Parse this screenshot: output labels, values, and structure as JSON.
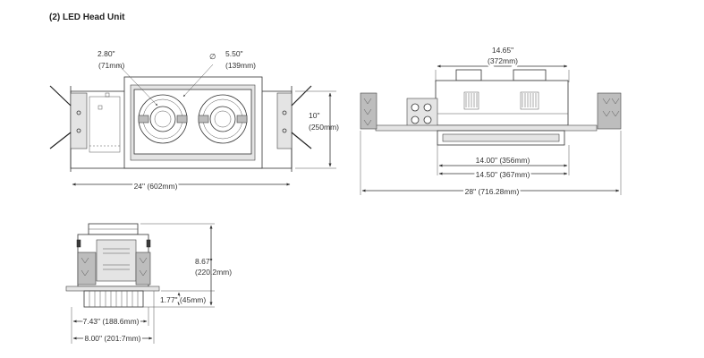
{
  "title": "(2) LED Head Unit",
  "top_view": {
    "dim_aperture_in": "2.80\"",
    "dim_aperture_mm": "(71mm)",
    "dim_diameter_symbol": "∅",
    "dim_diameter_in": "5.50\"",
    "dim_diameter_mm": "(139mm)",
    "dim_height_in": "10\"",
    "dim_height_mm": "(250mm)",
    "dim_width": "24\" (602mm)"
  },
  "side_view": {
    "dim_top_in": "14.65\"",
    "dim_top_mm": "(372mm)",
    "dim_inner1": "14.00\" (356mm)",
    "dim_inner2": "14.50\" (367mm)",
    "dim_total": "28\" (716.28mm)"
  },
  "end_view": {
    "dim_height_in": "8.67\"",
    "dim_height_mm": "(220.2mm)",
    "dim_flange": "1.77\" (45mm)",
    "dim_width1": "7.43\" (188.6mm)",
    "dim_width2": "8.00\" (201.7mm)"
  }
}
